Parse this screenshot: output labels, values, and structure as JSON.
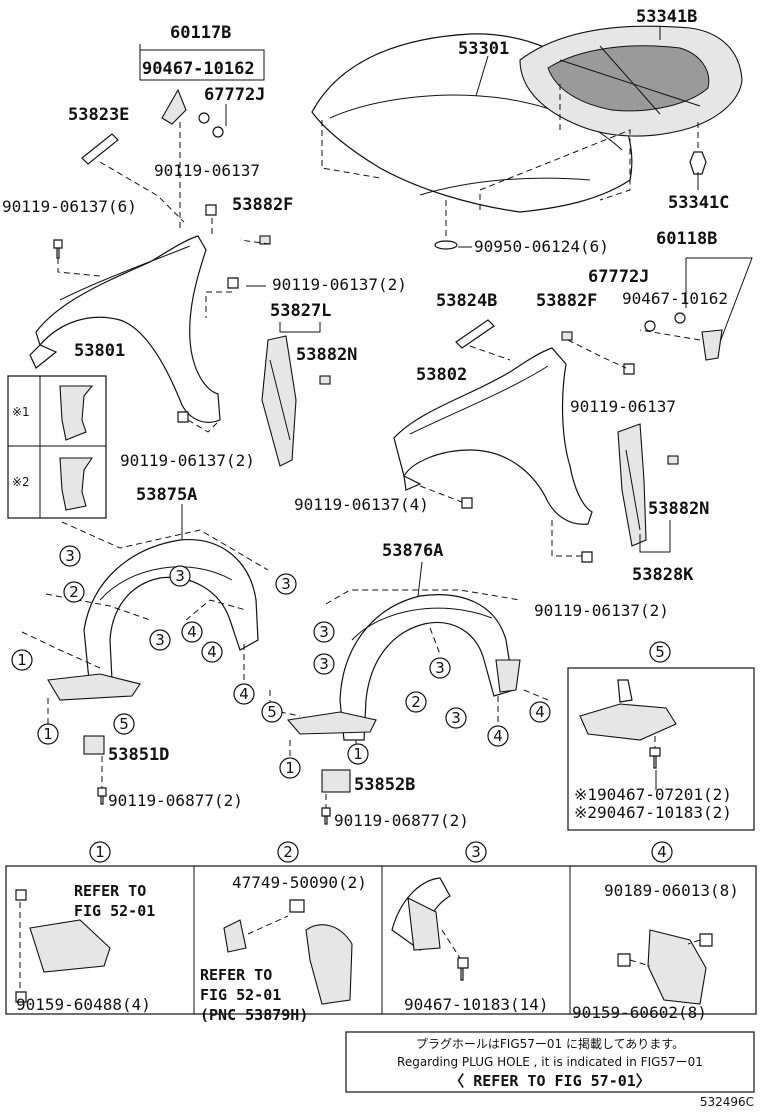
{
  "parts": {
    "p60117B": "60117B",
    "p90467_10162_a": "90467-10162",
    "p67772J_a": "67772J",
    "p53823E": "53823E",
    "p90119_06137_a": "90119-06137",
    "p53882F_a": "53882F",
    "p90119_06137_6": "90119-06137(6)",
    "p90119_06137_2a": "90119-06137(2)",
    "p53801": "53801",
    "p53827L": "53827L",
    "p53882N_a": "53882N",
    "p90119_06137_2b": "90119-06137(2)",
    "p53301": "53301",
    "p53341B": "53341B",
    "p53341C": "53341C",
    "p90950_06124_6": "90950-06124(6)",
    "p60118B": "60118B",
    "p67772J_b": "67772J",
    "p90467_10162_b": "90467-10162",
    "p53824B": "53824B",
    "p53882F_b": "53882F",
    "p53802": "53802",
    "p90119_06137_b": "90119-06137",
    "p90119_06137_4": "90119-06137(4)",
    "p53882N_b": "53882N",
    "p53828K": "53828K",
    "p90119_06137_2c": "90119-06137(2)",
    "p53875A": "53875A",
    "p53876A": "53876A",
    "p53851D": "53851D",
    "p90119_06877_2a": "90119-06877(2)",
    "p53852B": "53852B",
    "p90119_06877_2b": "90119-06877(2)",
    "p90467_07201_2": "※190467-07201(2)",
    "p90467_10183_2": "※290467-10183(2)",
    "p47749_50090_2": "47749-50090(2)",
    "p90159_60488_4": "90159-60488(4)",
    "p90467_10183_14": "90467-10183(14)",
    "p90189_06013_8": "90189-06013(8)",
    "p90159_60602_8": "90159-60602(8)"
  },
  "legend": {
    "mark1": "※1",
    "mark2": "※2"
  },
  "circles": {
    "c1": "1",
    "c2": "2",
    "c3": "3",
    "c4": "4",
    "c5": "5"
  },
  "refs": {
    "refer_to": "REFER TO",
    "fig_52_01": "FIG 52-01",
    "pnc_53879h": "(PNC 53879H)"
  },
  "note": {
    "line_jp": "プラグホールはFIG57ー01 に掲載してあります。",
    "line_en": "Regarding PLUG HOLE , it is indicated in FIG57ー01",
    "line_ref": "〈 REFER TO FIG 57-01〉"
  },
  "figure_code": "532496C"
}
